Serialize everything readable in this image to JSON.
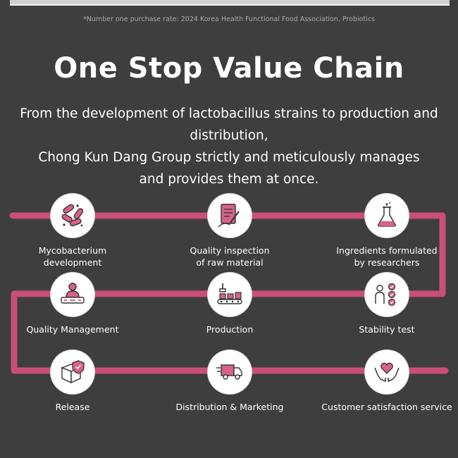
{
  "footnote": "*Number one purchase rate: 2024 Korea Health Functional Food Association, Probiotics",
  "title": "One Stop Value Chain",
  "subtitle": {
    "line1": "From the development of lactobacillus strains to production and distribution,",
    "line2": "Chong Kun Dang Group strictly and meticulously manages",
    "line3": "and provides them at once."
  },
  "colors": {
    "accent": "#c94f76",
    "background": "#3e3e3e",
    "circle": "#ffffff"
  },
  "steps": [
    {
      "line1": "Mycobacterium",
      "line2": "development",
      "icon": "bacteria-icon"
    },
    {
      "line1": "Quality inspection",
      "line2": "of raw material",
      "icon": "clipboard-inspection-icon"
    },
    {
      "line1": "Ingredients formulated",
      "line2": "by researchers",
      "icon": "flask-icon"
    },
    {
      "line1": "Stability test",
      "line2": "",
      "icon": "checklist-person-icon"
    },
    {
      "line1": "Production",
      "line2": "",
      "icon": "conveyor-robot-icon"
    },
    {
      "line1": "Quality Management",
      "line2": "",
      "icon": "quality-person-icon"
    },
    {
      "line1": "Release",
      "line2": "",
      "icon": "box-shield-icon"
    },
    {
      "line1": "Distribution & Marketing",
      "line2": "",
      "icon": "delivery-truck-icon"
    },
    {
      "line1": "Customer satisfaction service",
      "line2": "",
      "icon": "hands-heart-icon"
    }
  ]
}
